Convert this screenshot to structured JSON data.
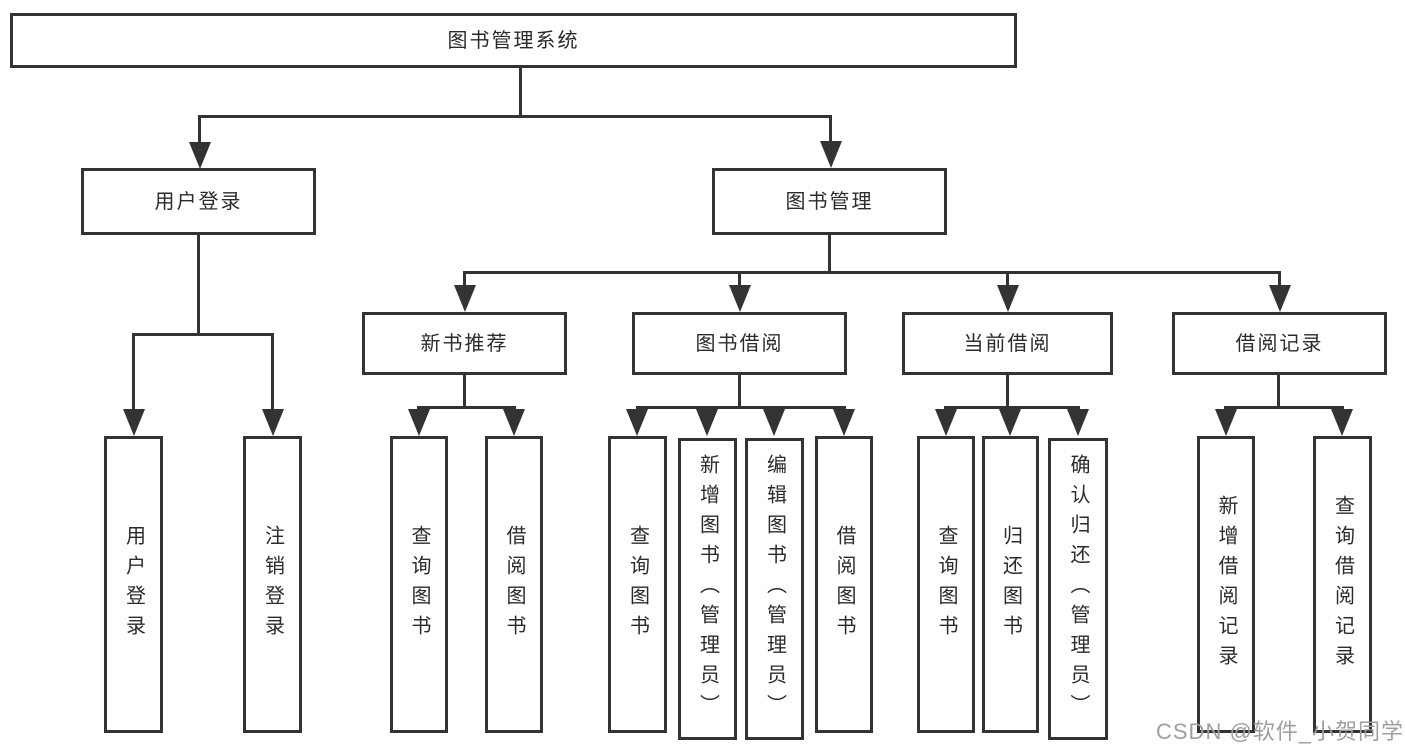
{
  "tree": {
    "root": {
      "label": "图书管理系统"
    },
    "branches": [
      {
        "label": "用户登录",
        "children": [
          {
            "label": "用户登录"
          },
          {
            "label": "注销登录"
          }
        ]
      },
      {
        "label": "图书管理",
        "children": [
          {
            "label": "新书推荐",
            "children": [
              {
                "label": "查询图书"
              },
              {
                "label": "借阅图书"
              }
            ]
          },
          {
            "label": "图书借阅",
            "children": [
              {
                "label": "查询图书"
              },
              {
                "label": "新增图书（管理员）"
              },
              {
                "label": "编辑图书（管理员）"
              },
              {
                "label": "借阅图书"
              }
            ]
          },
          {
            "label": "当前借阅",
            "children": [
              {
                "label": "查询图书"
              },
              {
                "label": "归还图书"
              },
              {
                "label": "确认归还（管理员）"
              }
            ]
          },
          {
            "label": "借阅记录",
            "children": [
              {
                "label": "新增借阅记录"
              },
              {
                "label": "查询借阅记录"
              }
            ]
          }
        ]
      }
    ]
  },
  "watermark": "CSDN @软件_小贺同学",
  "colors": {
    "line": "#333333",
    "text": "#2b2b2b",
    "watermark": "#9f9f9f",
    "background": "#ffffff"
  }
}
